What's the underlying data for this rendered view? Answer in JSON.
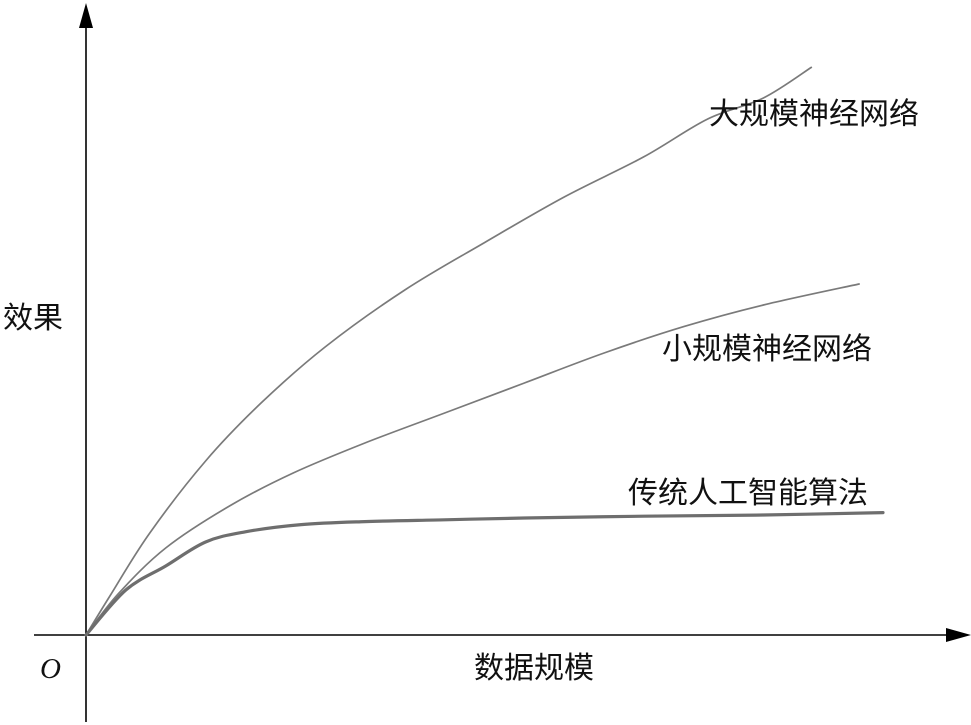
{
  "chart_data": {
    "type": "line",
    "title": "",
    "xlabel": "数据规模",
    "ylabel": "效果",
    "origin_label": "O",
    "x_ticks": false,
    "y_ticks": false,
    "grid": false,
    "xlim": [
      0,
      100
    ],
    "ylim": [
      0,
      100
    ],
    "series": [
      {
        "name": "大规模神经网络",
        "color": "#7a7a7a",
        "points": [
          [
            0,
            0
          ],
          [
            3,
            6.5
          ],
          [
            8,
            17
          ],
          [
            15,
            29
          ],
          [
            22,
            38.7
          ],
          [
            30,
            48
          ],
          [
            40,
            57.5
          ],
          [
            50,
            65.4
          ],
          [
            60,
            73
          ],
          [
            70,
            79.7
          ],
          [
            78,
            86
          ],
          [
            85,
            89.5
          ],
          [
            91,
            94.6
          ]
        ]
      },
      {
        "name": "小规模神经网络",
        "color": "#7a7a7a",
        "points": [
          [
            0,
            0
          ],
          [
            4,
            6.8
          ],
          [
            10,
            14.5
          ],
          [
            18,
            21.5
          ],
          [
            26,
            27
          ],
          [
            35,
            32
          ],
          [
            45,
            37
          ],
          [
            55,
            42
          ],
          [
            65,
            47
          ],
          [
            75,
            51.4
          ],
          [
            85,
            55
          ],
          [
            97,
            58.5
          ]
        ]
      },
      {
        "name": "传统人工智能算法",
        "color": "#6e6e6e",
        "points": [
          [
            0,
            0
          ],
          [
            5,
            7.5
          ],
          [
            10,
            11.5
          ],
          [
            15,
            15.5
          ],
          [
            20,
            17.2
          ],
          [
            27,
            18.4
          ],
          [
            35,
            18.9
          ],
          [
            45,
            19.2
          ],
          [
            55,
            19.5
          ],
          [
            70,
            19.8
          ],
          [
            85,
            20.0
          ],
          [
            100,
            20.4
          ]
        ]
      }
    ]
  }
}
